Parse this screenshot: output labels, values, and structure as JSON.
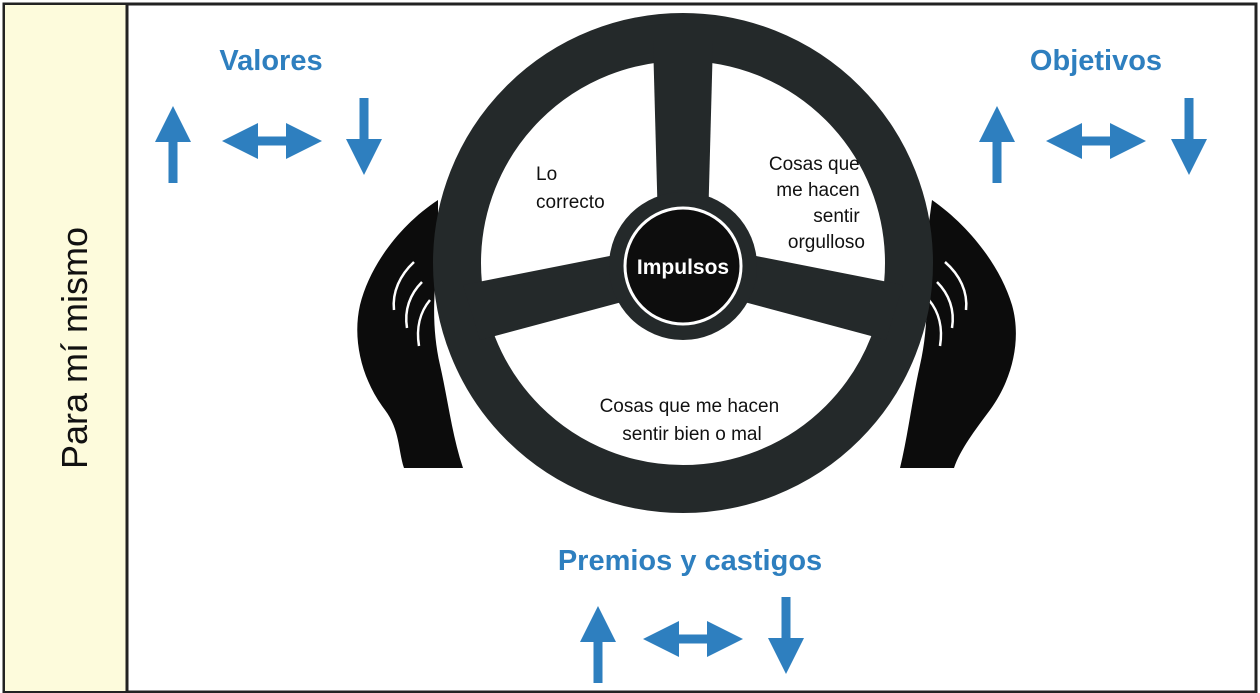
{
  "side_label": "Para mí mismo",
  "groups": {
    "valores": "Valores",
    "objetivos": "Objetivos",
    "premios": "Premios y castigos"
  },
  "wheel": {
    "hub": "Impulsos",
    "top_left": [
      "Lo",
      "correcto"
    ],
    "top_right": [
      "Cosas que",
      "me hacen",
      "sentir",
      "orgulloso"
    ],
    "bottom": [
      "Cosas que me hacen",
      "sentir bien o mal"
    ]
  },
  "colors": {
    "accent": "#2e7fbf",
    "side_panel": "#fdfbdc",
    "wheel": "#24292a",
    "border": "#222222"
  }
}
